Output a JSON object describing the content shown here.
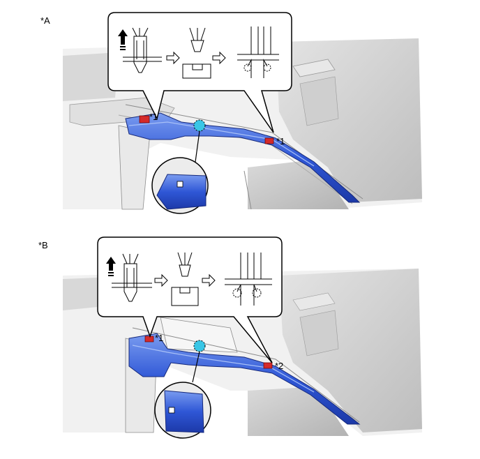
{
  "figure": {
    "panels": [
      {
        "id": "A",
        "label": "*A",
        "callouts": [
          "*1",
          "*1"
        ]
      },
      {
        "id": "B",
        "label": "*B",
        "callouts": [
          "*1",
          "*2"
        ]
      }
    ]
  },
  "colors": {
    "part_blue": "#2f57d6",
    "part_blue_dark": "#1c39a8",
    "part_blue_light": "#6f93ee",
    "clip_red": "#d42a2a",
    "clip_cyan": "#39c6e6",
    "body_gray": "#e6e7e8",
    "body_dark": "#b8b9bb",
    "glass": "#c9c9c9"
  },
  "icons": [
    "up-arrow-icon",
    "right-arrow-icon",
    "clip-detail-icon"
  ]
}
